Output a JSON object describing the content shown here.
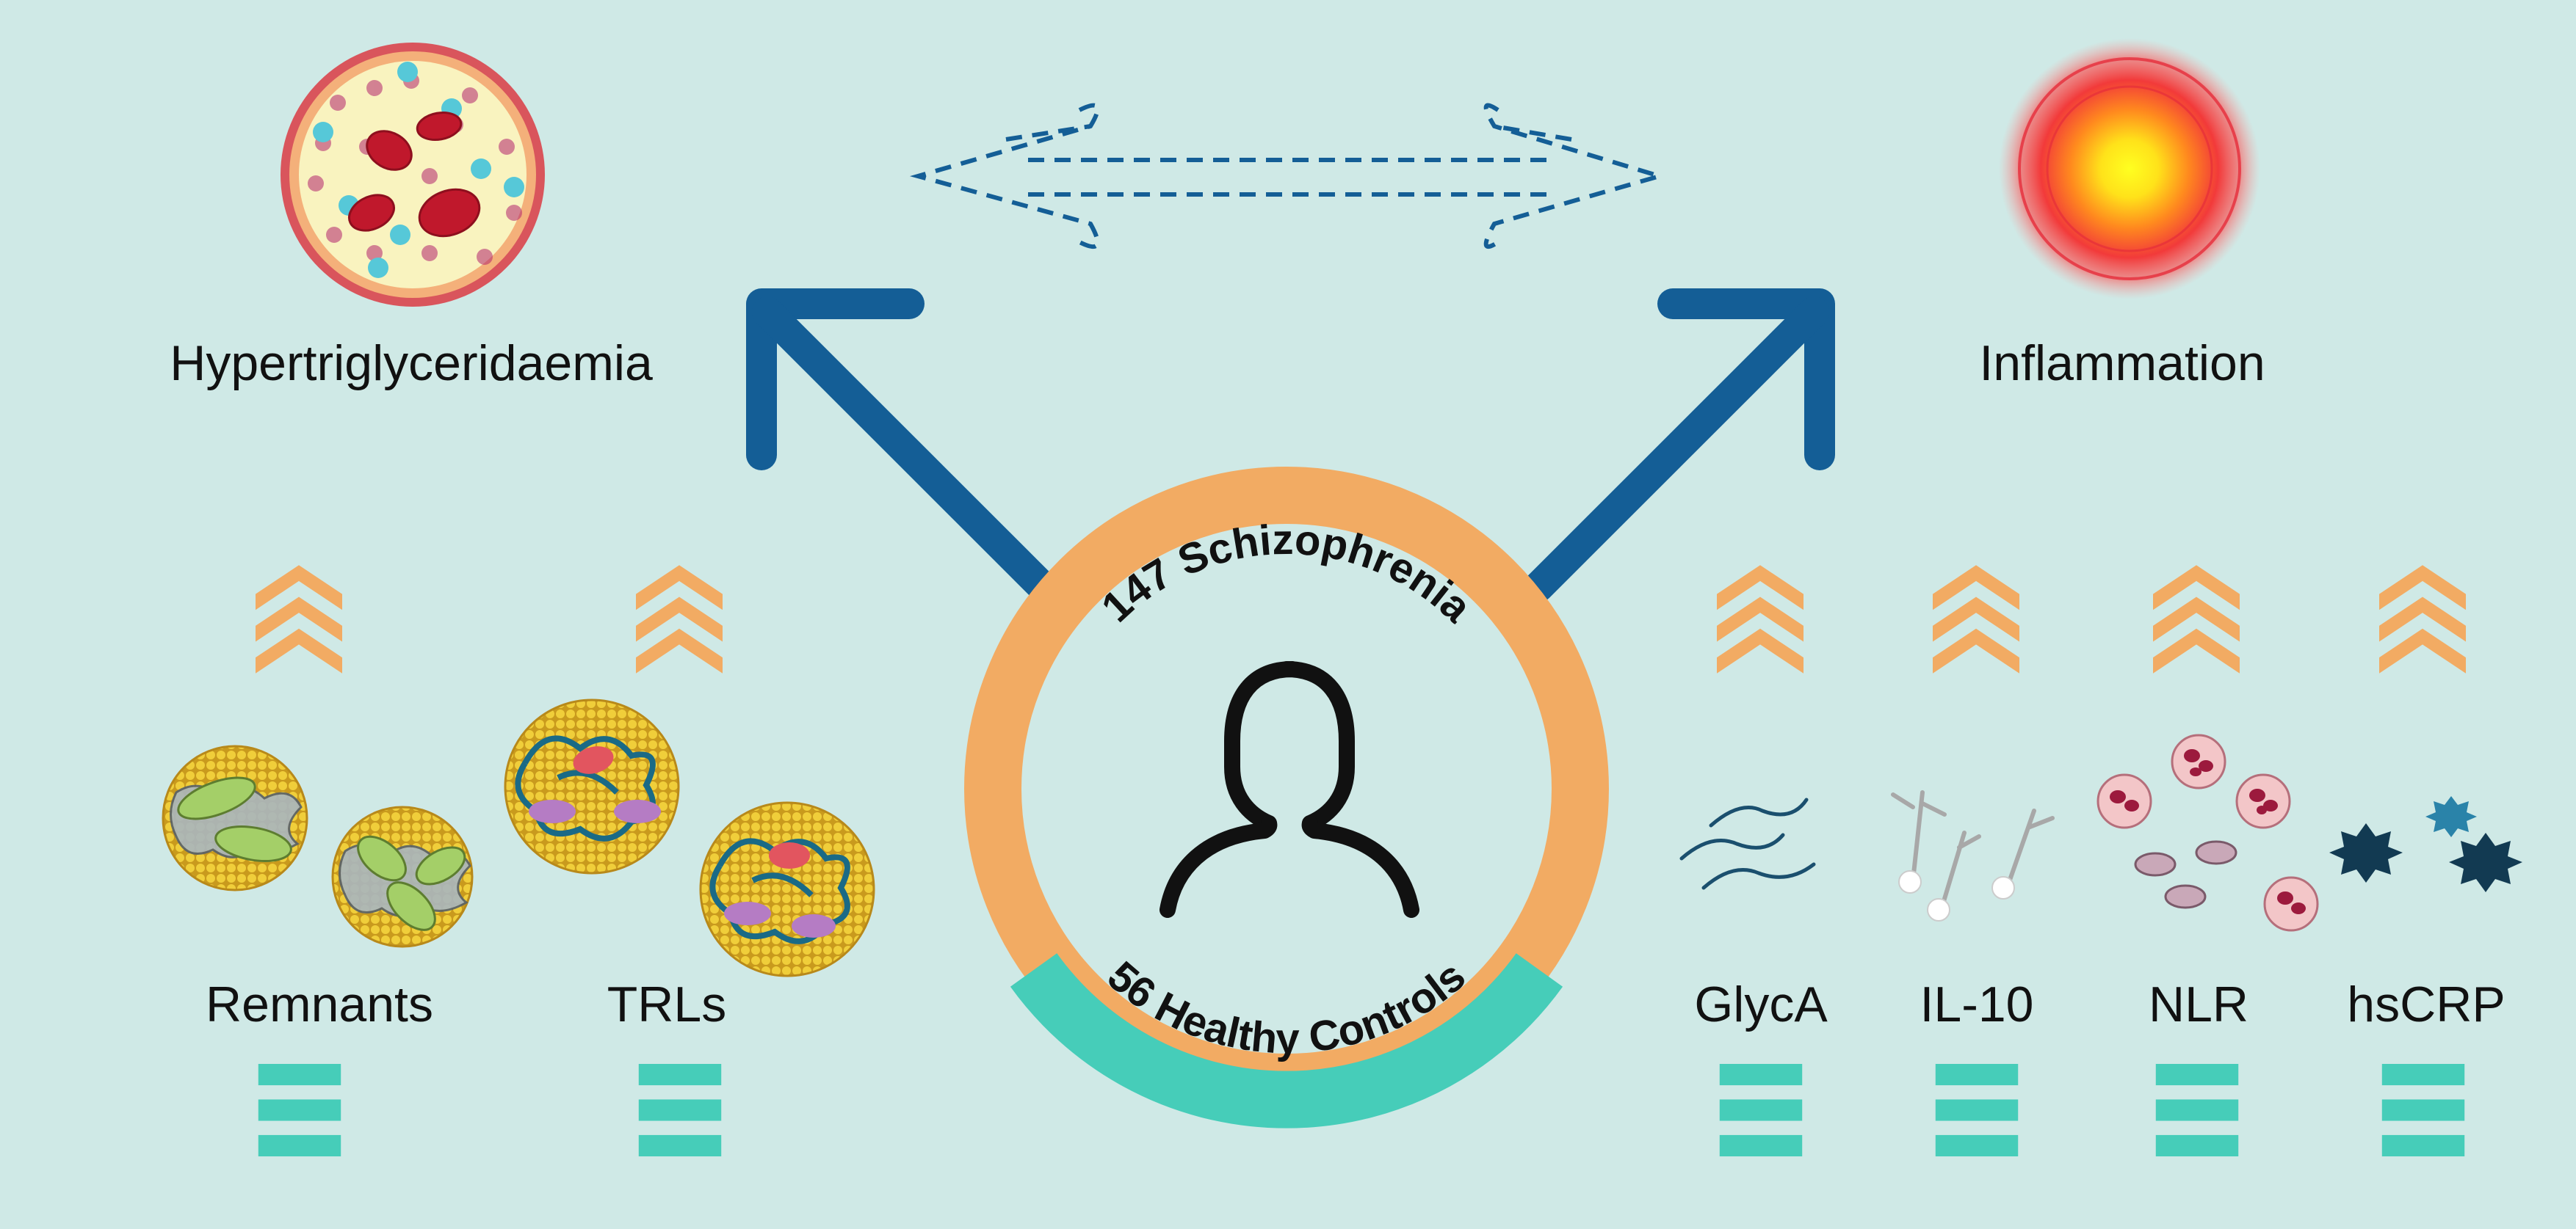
{
  "diagram": {
    "left_title": "Hypertriglyceridaemia",
    "right_title": "Inflammation",
    "cohort": {
      "cases_label": "147 Schizophrenia",
      "controls_label": "56 Healthy Controls"
    },
    "left_markers": [
      {
        "label": "Remnants",
        "schizophrenia_trend": "increased",
        "controls_trend": "unchanged"
      },
      {
        "label": "TRLs",
        "schizophrenia_trend": "increased",
        "controls_trend": "unchanged"
      }
    ],
    "right_markers": [
      {
        "label": "GlycA",
        "schizophrenia_trend": "increased",
        "controls_trend": "unchanged"
      },
      {
        "label": "IL-10",
        "schizophrenia_trend": "increased",
        "controls_trend": "unchanged"
      },
      {
        "label": "NLR",
        "schizophrenia_trend": "increased",
        "controls_trend": "unchanged"
      },
      {
        "label": "hsCRP",
        "schizophrenia_trend": "increased",
        "controls_trend": "unchanged"
      }
    ],
    "icons": {
      "up": "triple-chevron-up-icon",
      "equal": "triple-bar-equal-icon",
      "person": "person-outline-icon",
      "bidirectional": "dashed-double-arrow-icon",
      "blood": "blood-vessel-cross-section-icon",
      "fire": "inflammation-glow-icon"
    },
    "colors": {
      "background": "#cfe9e6",
      "increase": "#f2ab63",
      "unchanged": "#46cdb9",
      "arrow": "#145e96",
      "ring_cases": "#f2ab63",
      "ring_controls": "#46cdb9",
      "text": "#111111"
    }
  }
}
